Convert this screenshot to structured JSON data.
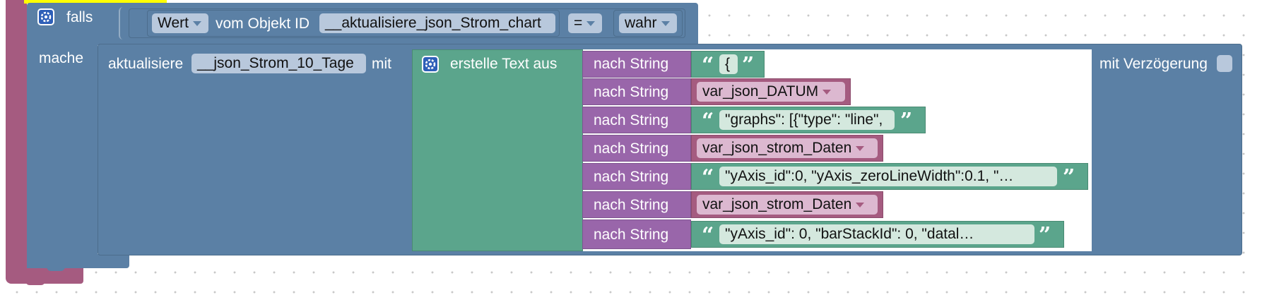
{
  "if_block": {
    "keyword": "falls",
    "condition": {
      "dropdown_value": "Wert",
      "text_from_object": "vom Objekt ID",
      "object_id": "__aktualisiere_json_Strom_chart",
      "operator": "=",
      "compare_value": "wahr"
    }
  },
  "do_block": {
    "keyword": "mache",
    "update": {
      "keyword": "aktualisiere",
      "target": "__json_Strom_10_Tage",
      "with_label": "mit",
      "delay_label": "mit Verzögerung"
    },
    "text_join": {
      "label": "erstelle Text aus",
      "items": [
        {
          "label": "nach String",
          "type": "text",
          "value": "{"
        },
        {
          "label": "nach String",
          "type": "variable",
          "value": "var_json_DATUM"
        },
        {
          "label": "nach String",
          "type": "text",
          "value": "\"graphs\": [{\"type\": \"line\","
        },
        {
          "label": "nach String",
          "type": "variable",
          "value": "var_json_strom_Daten"
        },
        {
          "label": "nach String",
          "type": "text",
          "value": "\"yAxis_id\":0,    \"yAxis_zeroLineWidth\":0.1,    \"…"
        },
        {
          "label": "nach String",
          "type": "variable",
          "value": "var_json_strom_Daten"
        },
        {
          "label": "nach String",
          "type": "text",
          "value": "\"yAxis_id\": 0,   \"barStackId\": 0,         \"datal…"
        }
      ]
    }
  },
  "colors": {
    "event_block": "#a55b80",
    "logic_block": "#5b80a5",
    "text_block": "#5ba58c",
    "string_block": "#9966aa",
    "variable_block": "#a55b80",
    "highlight": "#ffff00"
  }
}
